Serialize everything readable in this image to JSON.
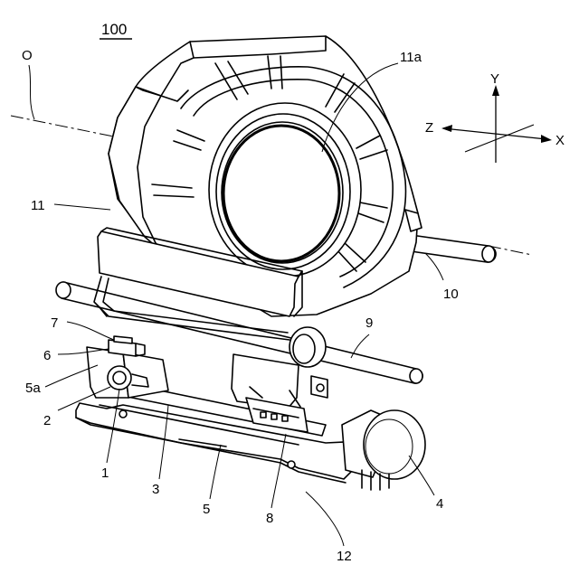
{
  "figure": {
    "reference_number": "100",
    "axis_label": "O",
    "axes": {
      "y": "Y",
      "z": "Z",
      "x": "X"
    },
    "callouts": {
      "l1": "1",
      "l2": "2",
      "l3": "3",
      "l4": "4",
      "l5": "5",
      "l5a": "5a",
      "l6": "6",
      "l7": "7",
      "l8": "8",
      "l9": "9",
      "l10": "10",
      "l11": "11",
      "l11a": "11a",
      "l12": "12"
    }
  }
}
